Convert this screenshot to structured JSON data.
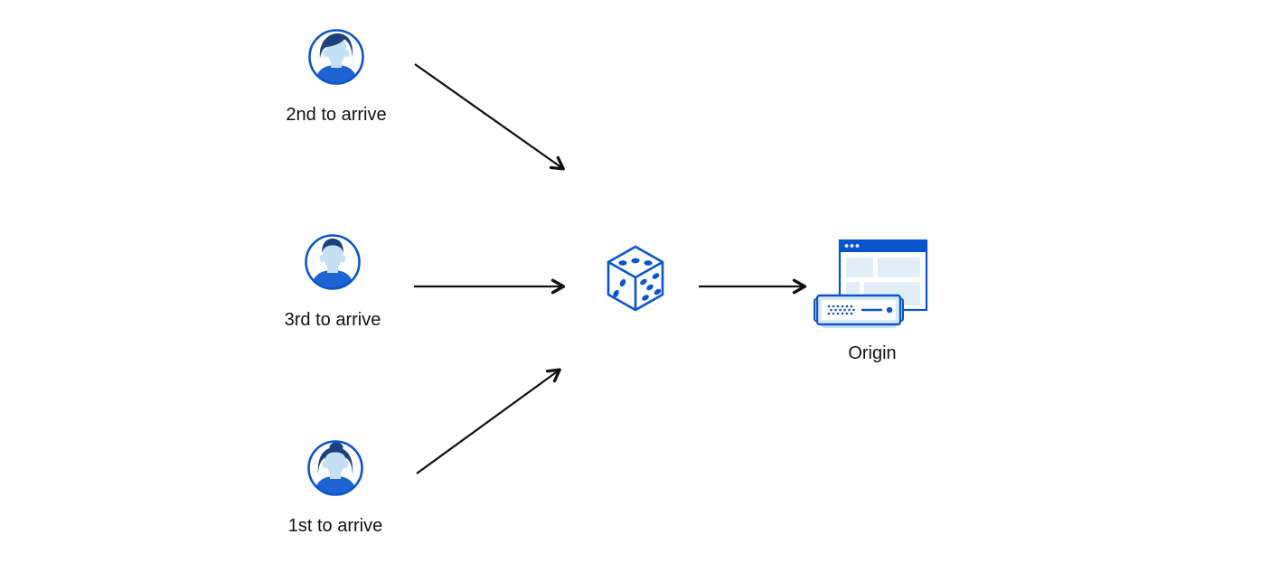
{
  "diagram": {
    "colors": {
      "blue_primary": "#0A55CD",
      "blue_shirt": "#1E62D4",
      "blue_dark": "#1B4080",
      "blue_face": "#C5E0F4",
      "blue_pale": "#E1EDF8",
      "blue_soft": "#D9EAFB",
      "blue_shadow": "#CBE3F7",
      "ink": "#111111",
      "bg": "#ffffff"
    },
    "nodes": [
      {
        "id": "user-second",
        "label": "2nd to arrive",
        "icon": "male-avatar-swept-hair-icon"
      },
      {
        "id": "user-third",
        "label": "3rd to arrive",
        "icon": "male-avatar-crew-cut-icon"
      },
      {
        "id": "user-first",
        "label": "1st to arrive",
        "icon": "female-avatar-bun-icon"
      },
      {
        "id": "dice",
        "label": "",
        "icon": "dice-icon"
      },
      {
        "id": "origin",
        "label": "Origin",
        "icon": "origin-server-icon"
      }
    ],
    "edges": [
      {
        "from": "user-second",
        "to": "dice"
      },
      {
        "from": "user-third",
        "to": "dice"
      },
      {
        "from": "user-first",
        "to": "dice"
      },
      {
        "from": "dice",
        "to": "origin"
      }
    ]
  }
}
